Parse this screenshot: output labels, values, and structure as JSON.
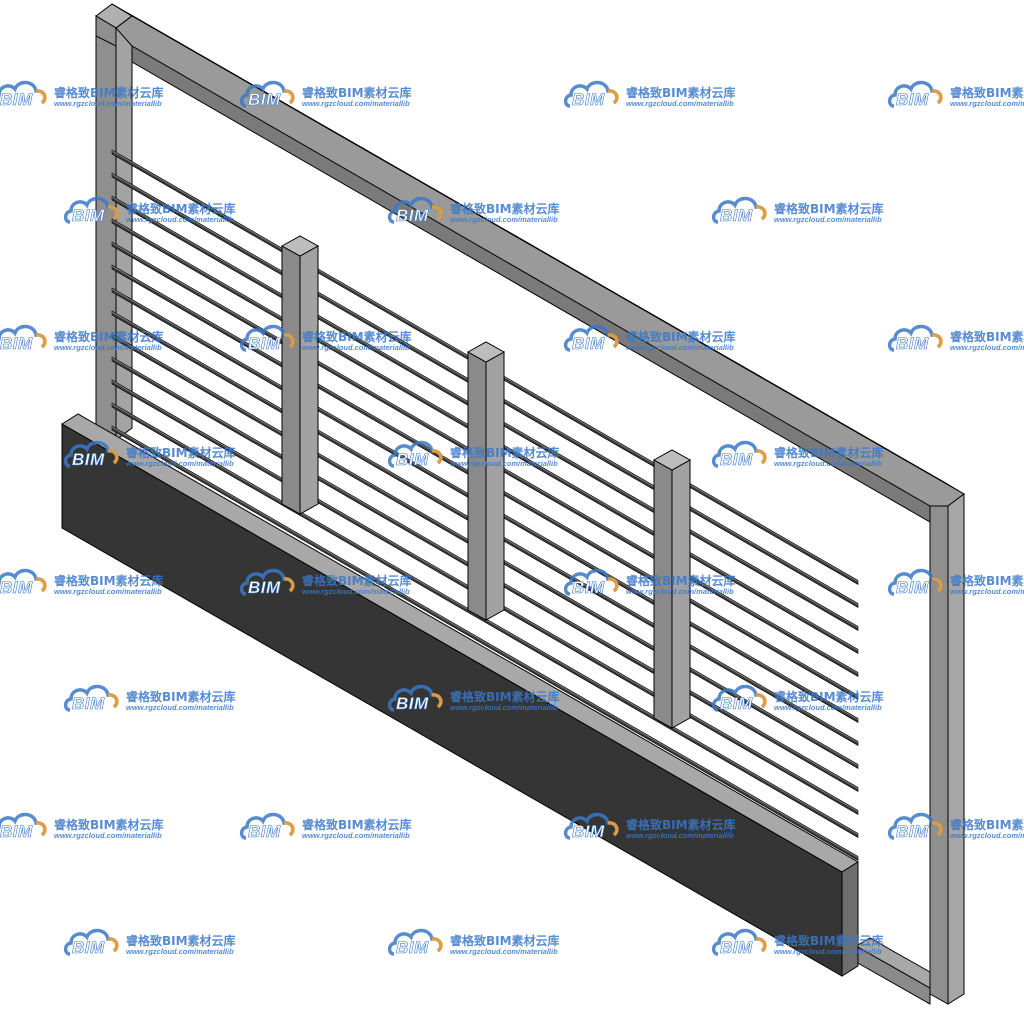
{
  "watermark": {
    "logo_text": "BIM",
    "title": "睿格致BIM素材云库",
    "url": "www.rgzcloud.com/materiallib"
  },
  "colors": {
    "frame_face": "#939393",
    "frame_side": "#777777",
    "frame_edge": "#000000",
    "post_face": "#8a8a8a",
    "slat": "#3a3a3a",
    "base_front": "#353535",
    "base_top": "#a8a8a8",
    "base_end": "#6e6e6e",
    "watermark_blue": "#3a78c9",
    "watermark_orange": "#f0a030"
  }
}
